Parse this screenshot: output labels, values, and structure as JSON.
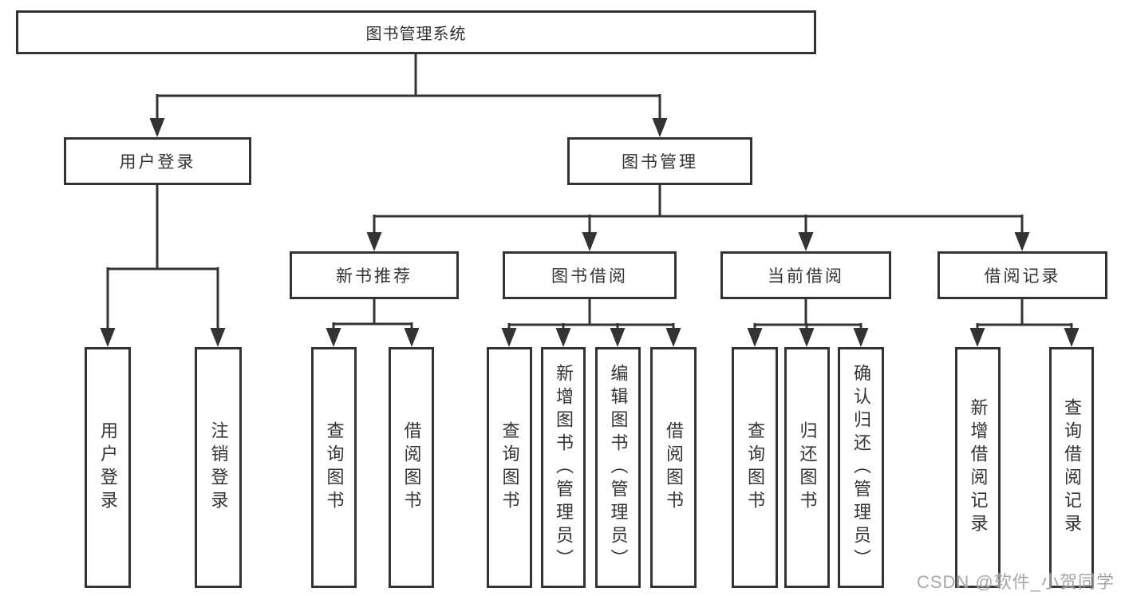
{
  "colors": {
    "background": "#ffffff",
    "line": "#333333",
    "box_border": "#333333",
    "text": "#333333",
    "watermark": "#949494"
  },
  "tree": {
    "root": {
      "label": "图书管理系统"
    },
    "branches": [
      {
        "label": "用户登录",
        "children": [
          {
            "label": "用户登录"
          },
          {
            "label": "注销登录"
          }
        ]
      },
      {
        "label": "图书管理",
        "groups": [
          {
            "label": "新书推荐",
            "children": [
              {
                "label": "查询图书"
              },
              {
                "label": "借阅图书"
              }
            ]
          },
          {
            "label": "图书借阅",
            "children": [
              {
                "label": "查询图书"
              },
              {
                "label": "新增图书（管理员）"
              },
              {
                "label": "编辑图书（管理员）"
              },
              {
                "label": "借阅图书"
              }
            ]
          },
          {
            "label": "当前借阅",
            "children": [
              {
                "label": "查询图书"
              },
              {
                "label": "归还图书"
              },
              {
                "label": "确认归还（管理员）"
              }
            ]
          },
          {
            "label": "借阅记录",
            "children": [
              {
                "label": "新增借阅记录"
              },
              {
                "label": "查询借阅记录"
              }
            ]
          }
        ]
      }
    ]
  },
  "watermark": {
    "text": "CSDN @软件_小贺同学"
  }
}
